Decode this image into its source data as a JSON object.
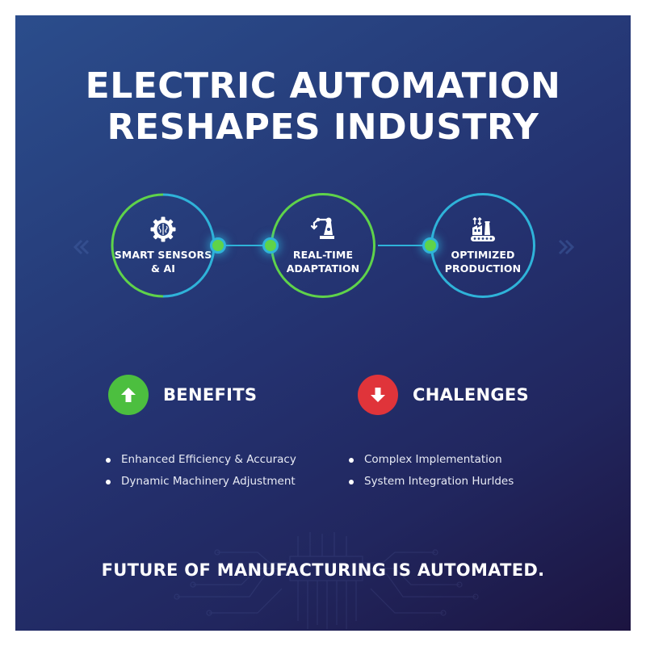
{
  "header": {
    "title_line1": "ELECTRIC AUTOMATION",
    "title_line2": "RESHAPES INDUSTRY"
  },
  "flow": {
    "nav_prev_icon": "double-chevron-left-icon",
    "nav_next_icon": "double-chevron-right-icon",
    "steps": [
      {
        "icon": "gear-brain-icon",
        "line1": "SMART SENSORS",
        "line2": "& AI"
      },
      {
        "icon": "robotic-arm-icon",
        "line1": "REAL-TIME",
        "line2": "ADAPTATION"
      },
      {
        "icon": "factory-conveyor-icon",
        "line1": "OPTIMIZED",
        "line2": "PRODUCTION"
      }
    ]
  },
  "benefits": {
    "icon": "arrow-up-icon",
    "title": "BENEFITS",
    "color": "#4cbf3f",
    "items": [
      "Enhanced Efficiency & Accuracy",
      "Dynamic Machinery Adjustment"
    ]
  },
  "challenges": {
    "icon": "arrow-down-icon",
    "title": "CHALENGES",
    "color": "#e0343a",
    "items": [
      "Complex Implementation",
      "System Integration Hurldes"
    ]
  },
  "footer": {
    "tagline": "FUTURE OF MANUFACTURING IS AUTOMATED."
  },
  "colors": {
    "bg_top_left": "#2b4d8c",
    "bg_bottom_right": "#1c1440",
    "ring_green": "#5fd34a",
    "ring_blue": "#2fb3d9"
  }
}
